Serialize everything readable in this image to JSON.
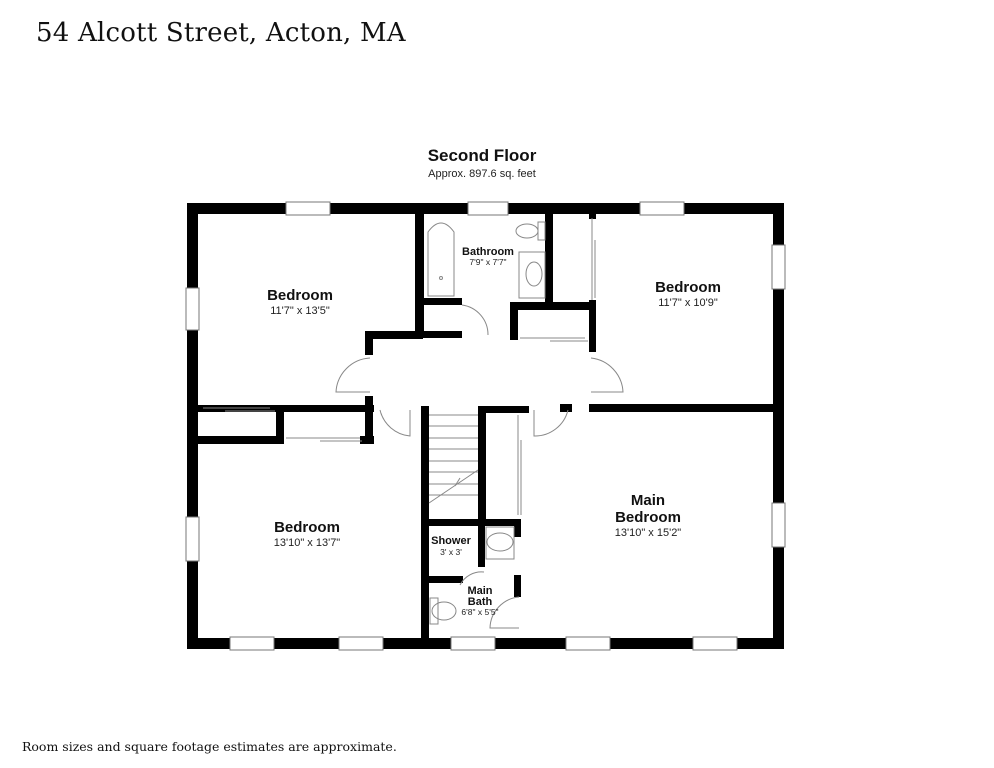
{
  "header": {
    "address": "54 Alcott Street, Acton, MA"
  },
  "floor": {
    "title": "Second Floor",
    "area": "Approx. 897.6 sq. feet"
  },
  "rooms": [
    {
      "name": "Bedroom",
      "dims": "11'7\" x 13'5\""
    },
    {
      "name": "Bathroom",
      "dims": "7'9\" x 7'7\""
    },
    {
      "name": "Bedroom",
      "dims": "11'7\" x 10'9\""
    },
    {
      "name": "Bedroom",
      "dims": "13'10\" x 13'7\""
    },
    {
      "name_line1": "Main",
      "name_line2": "Bedroom",
      "dims": "13'10\" x 15'2\""
    },
    {
      "name": "Shower",
      "dims": "3' x 3'"
    },
    {
      "name_line1": "Main",
      "name_line2": "Bath",
      "dims": "6'8\" x 5'5\""
    }
  ],
  "footer": {
    "note": "Room sizes and square footage estimates are approximate."
  },
  "colors": {
    "wall": "#000000",
    "background": "#ffffff",
    "fixture_line": "#888888"
  }
}
